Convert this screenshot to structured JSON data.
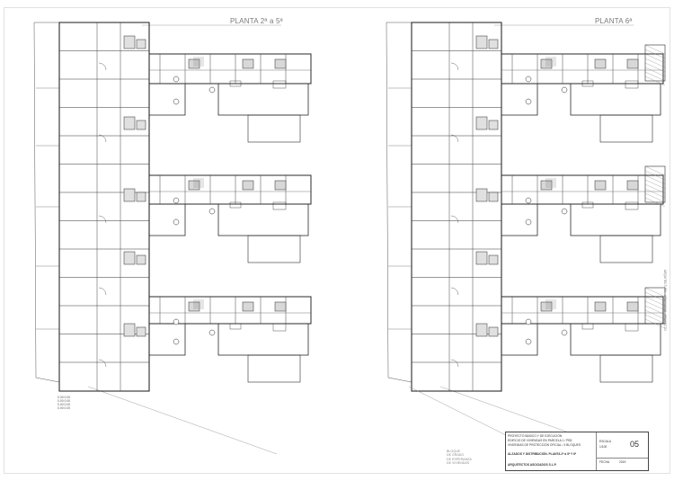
{
  "sheet": {
    "plan_left_title": "PLANTA 2ª a 5ª",
    "plan_right_title": "PLANTA 6ª",
    "plan_left_legend": [
      "0.00 0.00",
      "0.00 0.00",
      "0.00 0.00",
      "0.00 0.00"
    ]
  },
  "client_note": [
    "BLOQUE",
    "DE GRADO",
    "DE ESPERANZA",
    "DE VIVIENDAS"
  ],
  "title_block": {
    "lines": [
      "PROYECTO BÁSICO Y DE EJECUCIÓN",
      "EDIFICIO DE VIVIENDAS EN PARCELA 1 / PB3",
      "VIVIENDAS DE PROTECCIÓN OFICIAL / 4 BLOQUES"
    ],
    "drawing_name": "ALZADOS Y DISTRIBUCIÓN. PLANTA 2ª a 5ª Y 6ª",
    "footer": "ARQUITECTOS ASOCIADOS S.L.P.",
    "sheet_number": "05",
    "scale_label": "ESCALA",
    "scale_value": "1/100",
    "date_label": "FECHA",
    "date_value": "2019"
  },
  "side_strip": "ARQUITECTURA · URBANISMO · PROYECTO"
}
